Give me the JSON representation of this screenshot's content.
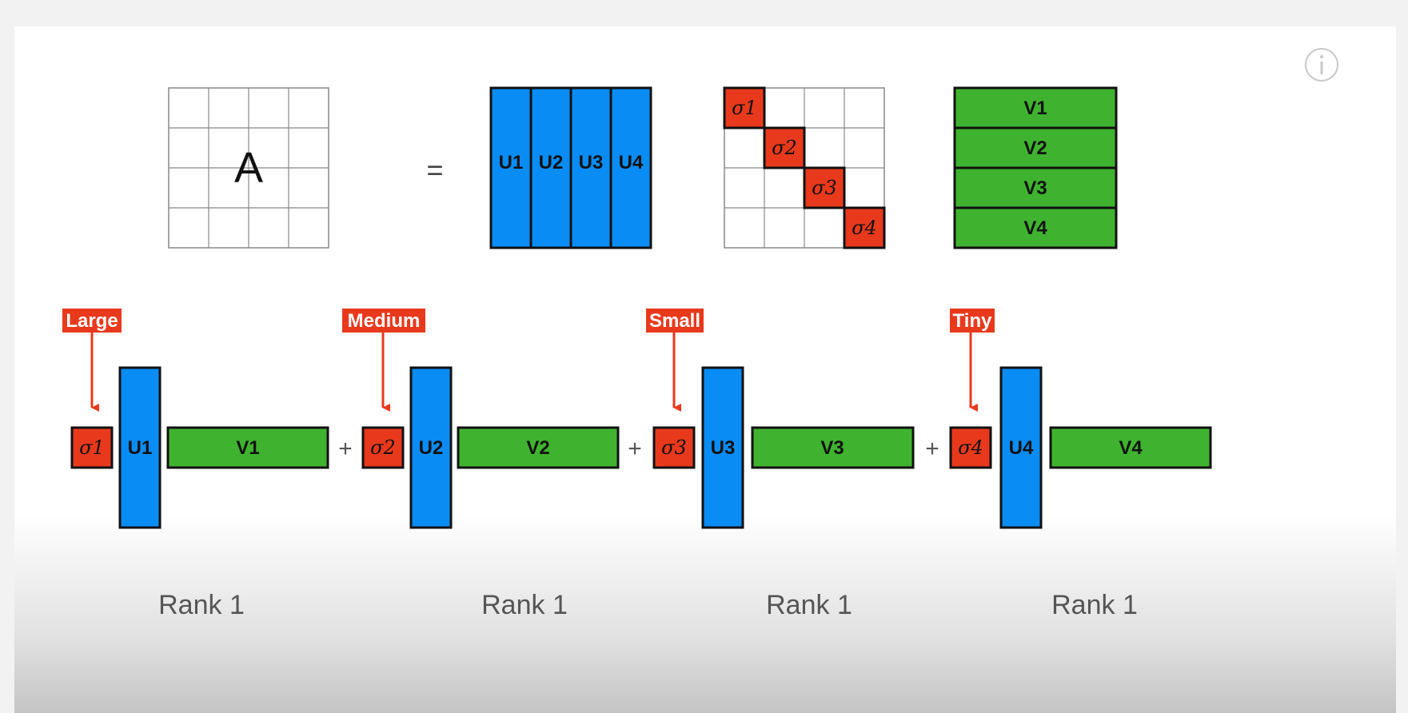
{
  "colors": {
    "u_blue": "#0a8cf5",
    "v_green": "#3fb32f",
    "sigma_red": "#e8391d",
    "grid_line": "#888888",
    "outline": "#111111",
    "rank_text": "#555555"
  },
  "equation": {
    "matrix_label": "A",
    "equals": "=",
    "u_columns": [
      "U1",
      "U2",
      "U3",
      "U4"
    ],
    "v_rows": [
      "V1",
      "V2",
      "V3",
      "V4"
    ],
    "sigmas": [
      "σ1",
      "σ2",
      "σ3",
      "σ4"
    ]
  },
  "plus_sign": "+",
  "terms": [
    {
      "callout": "Large",
      "sigma": "σ1",
      "u": "U1",
      "v": "V1",
      "rank": "Rank 1"
    },
    {
      "callout": "Medium",
      "sigma": "σ2",
      "u": "U2",
      "v": "V2",
      "rank": "Rank 1"
    },
    {
      "callout": "Small",
      "sigma": "σ3",
      "u": "U3",
      "v": "V3",
      "rank": "Rank 1"
    },
    {
      "callout": "Tiny",
      "sigma": "σ4",
      "u": "U4",
      "v": "V4",
      "rank": "Rank 1"
    }
  ],
  "info_icon": "info-icon"
}
